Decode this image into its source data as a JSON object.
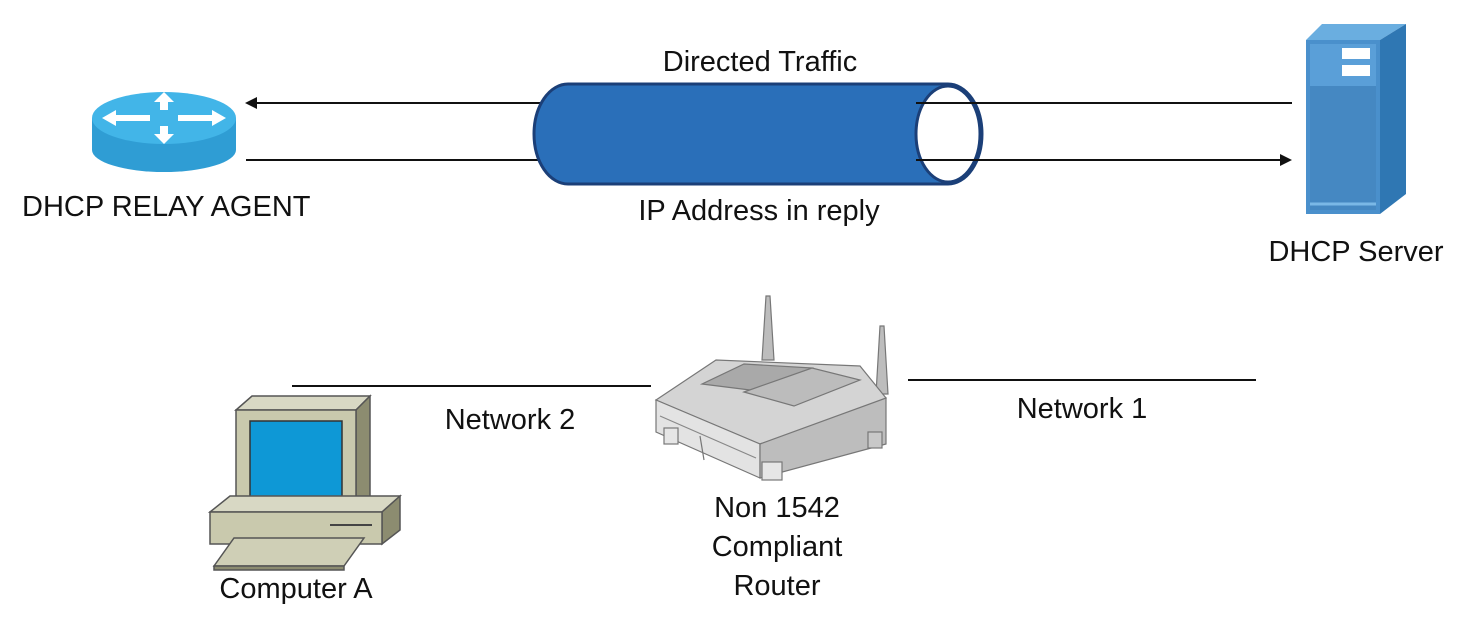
{
  "labels": {
    "relay_agent": "DHCP RELAY AGENT",
    "dhcp_server": "DHCP Server",
    "directed_traffic": "Directed Traffic",
    "ip_reply": "IP Address in reply",
    "network_2": "Network 2",
    "network_1": "Network 1",
    "computer_a": "Computer A",
    "router_line1": "Non 1542",
    "router_line2": "Compliant",
    "router_line3": "Router"
  },
  "colors": {
    "tunnel": "#2a6fb9",
    "tunnel_dark": "#1b3f78",
    "relay_icon": "#3aaee5",
    "server": "#4a90cc",
    "monitor_screen": "#0e98d6",
    "computer_body": "#c8c8ae",
    "router_body": "#d9d9d9",
    "line": "#111111"
  }
}
